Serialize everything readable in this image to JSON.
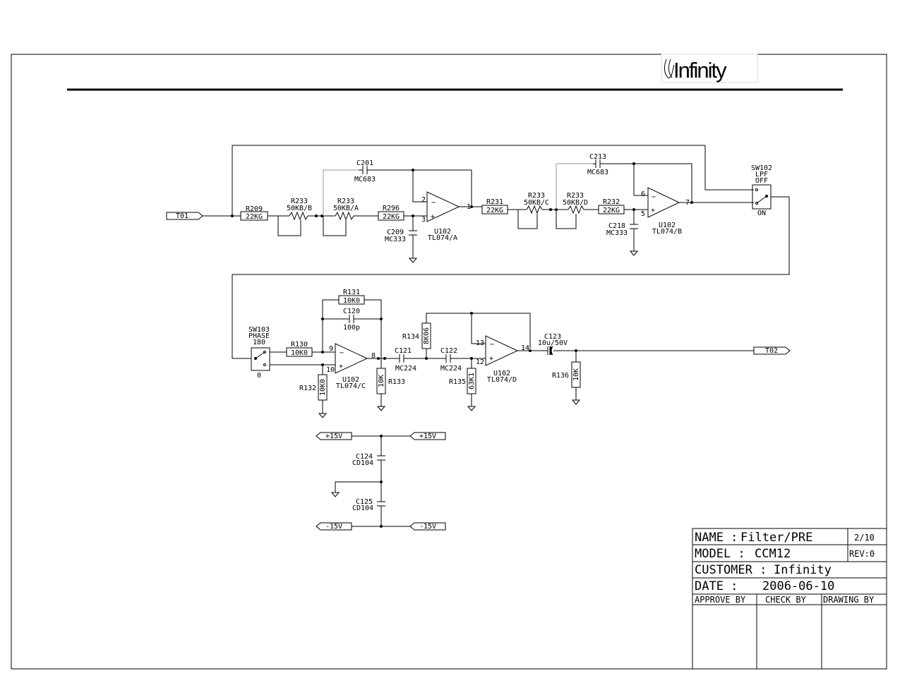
{
  "brand": {
    "logo_text": "Infinity"
  },
  "nets": {
    "t01": "T01",
    "t02": "T02",
    "p15a": "+15V",
    "p15b": "+15V",
    "m15a": "-15V",
    "m15b": "-15V"
  },
  "components": {
    "r209": {
      "ref": "R209",
      "val": "22KG"
    },
    "r233b": {
      "ref": "R233",
      "val": "50KB/B"
    },
    "r233a": {
      "ref": "R233",
      "val": "50KB/A"
    },
    "r296": {
      "ref": "R296",
      "val": "22KG"
    },
    "c201": {
      "ref": "C201",
      "val": "MC683"
    },
    "c209": {
      "ref": "C209",
      "val": "MC333"
    },
    "u102a": {
      "ref": "U102",
      "val": "TL074/A"
    },
    "r231": {
      "ref": "R231",
      "val": "22KG"
    },
    "r233c": {
      "ref": "R233",
      "val": "50KB/C"
    },
    "r233d": {
      "ref": "R233",
      "val": "50KB/D"
    },
    "r232": {
      "ref": "R232",
      "val": "22KG"
    },
    "c213": {
      "ref": "C213",
      "val": "MC683"
    },
    "c218": {
      "ref": "C218",
      "val": "MC333"
    },
    "u102b": {
      "ref": "U102",
      "val": "TL074/B"
    },
    "sw102": {
      "ref": "SW102",
      "l1": "LPF",
      "l2": "OFF",
      "on": "ON"
    },
    "sw103": {
      "ref": "SW103",
      "l1": "PHASE",
      "l2": "180",
      "zero": "0"
    },
    "r130": {
      "ref": "R130",
      "val": "10K0"
    },
    "r131": {
      "ref": "R131",
      "val": "10K0"
    },
    "c120": {
      "ref": "C120",
      "val": "100p"
    },
    "r132": {
      "ref": "R132",
      "val": "10K0"
    },
    "u102c": {
      "ref": "U102",
      "val": "TL074/C"
    },
    "r133": {
      "ref": "R133",
      "val": "10K"
    },
    "c121": {
      "ref": "C121",
      "val": "MC224"
    },
    "c122": {
      "ref": "C122",
      "val": "MC224"
    },
    "r134": {
      "ref": "R134",
      "val": "8K06"
    },
    "r135": {
      "ref": "R135",
      "val": "63K1"
    },
    "u102d": {
      "ref": "U102",
      "val": "TL074/D"
    },
    "c123": {
      "ref": "C123",
      "val": "10u/50V"
    },
    "r136": {
      "ref": "R136",
      "val": "10K"
    },
    "c124": {
      "ref": "C124",
      "val": "CD104"
    },
    "c125": {
      "ref": "C125",
      "val": "CD104"
    }
  },
  "pins": {
    "a2": "2",
    "a3": "3",
    "a1": "1",
    "b6": "6",
    "b5": "5",
    "b7": "7",
    "c9": "9",
    "c10": "10",
    "c8": "8",
    "d13": "13",
    "d12": "12",
    "d14": "14"
  },
  "title_block": {
    "name_label": "NAME :",
    "name_value": "Filter/PRE",
    "sheet": "2/10",
    "model_label": "MODEL :",
    "model_value": "CCM12",
    "rev": "REV:0",
    "customer_label": "CUSTOMER :",
    "customer_value": "Infinity",
    "date_label": "DATE :",
    "date_value": "2006-06-10",
    "approve_by": "APPROVE BY",
    "check_by": "CHECK BY",
    "drawing_by": "DRAWING BY"
  }
}
